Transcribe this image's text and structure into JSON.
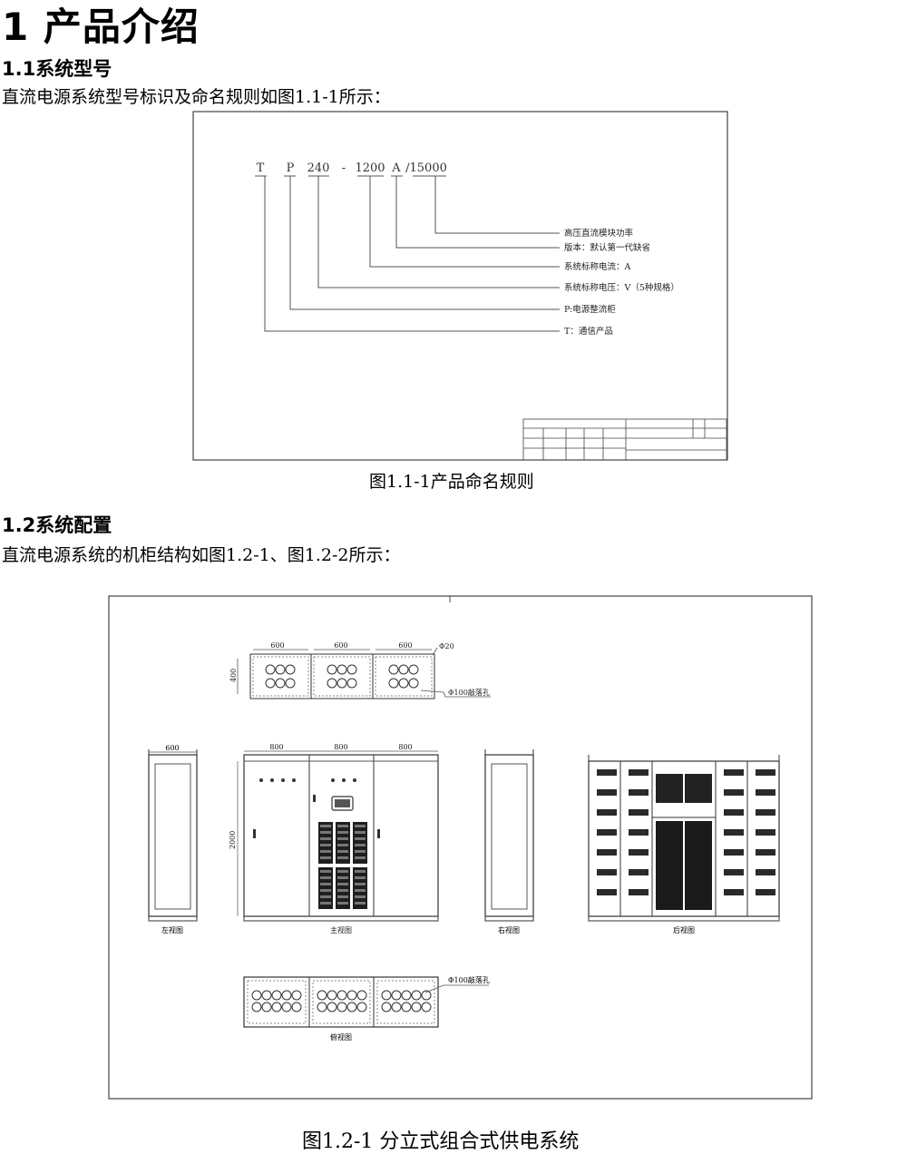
{
  "heading": "1 产品介绍",
  "section1": {
    "title": "1.1系统型号",
    "text": "直流电源系统型号标识及命名规则如图1.1-1所示：",
    "model_code": {
      "T": "T",
      "P": "P",
      "voltage": "240",
      "dash": "-",
      "current": "1200",
      "version": "A",
      "power": "/15000"
    },
    "legend": [
      "高压直流模块功率",
      "版本：默认第一代缺省",
      "系统标称电流：A",
      "系统标称电压：V（5种规格）",
      "P:电源整流柜",
      "T：通信产品"
    ],
    "caption": "图1.1-1产品命名规则"
  },
  "section2": {
    "title": "1.2系统配置",
    "text": "直流电源系统的机柜结构如图1.2-1、图1.2-2所示：",
    "dims": {
      "top_width": "600",
      "depth": "400",
      "hole_top": "Φ20",
      "hole_label": "Φ100敲落孔",
      "front_width": "800",
      "height": "2000",
      "side_width": "600"
    },
    "view_labels": {
      "left": "左视图",
      "main": "主视图",
      "right": "右视图",
      "back": "后视图",
      "bottom": "俯视图"
    },
    "caption": "图1.2-1 分立式组合式供电系统"
  }
}
